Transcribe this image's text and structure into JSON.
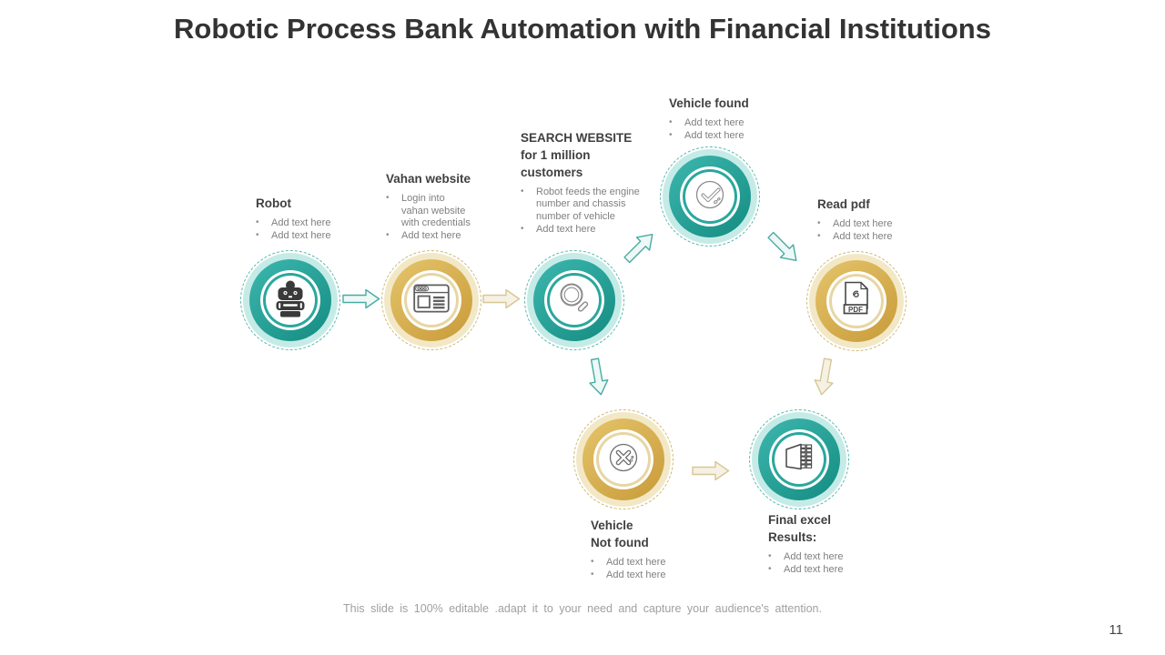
{
  "slide": {
    "title": "Robotic Process Bank Automation with Financial Institutions",
    "footer": "This slide is 100% editable .adapt it to your need and capture your audience's attention.",
    "page_number": "11"
  },
  "colors": {
    "teal_main": "#2BA79E",
    "teal_light": "#C5EBE7",
    "gold_main": "#D5B155",
    "gold_light": "#F3E8C6",
    "heading_text": "#404040",
    "bullet_text": "#7F7F7F",
    "title_text": "#333333",
    "footer_text": "#A0A0A0"
  },
  "nodes": [
    {
      "title": "Robot",
      "scheme": "teal",
      "icon": "robot-icon",
      "bullets": [
        "Add text here",
        "Add text here"
      ]
    },
    {
      "title": "Vahan website",
      "scheme": "gold",
      "icon": "browser-icon",
      "bullets": [
        "Login into\nvahan website\nwith credentials",
        "Add text here"
      ]
    },
    {
      "title": "SEARCH WEBSITE\nfor 1 million\ncustomers",
      "scheme": "teal",
      "icon": "search-icon",
      "bullets": [
        "Robot feeds the engine\nnumber and chassis\nnumber of vehicle",
        "Add text here"
      ]
    },
    {
      "title": "Vehicle found",
      "scheme": "teal",
      "icon": "check-icon",
      "bullets": [
        "Add text here",
        "Add text here"
      ]
    },
    {
      "title": "Read pdf",
      "scheme": "gold",
      "icon": "pdf-icon",
      "bullets": [
        "Add text here",
        "Add text here"
      ]
    },
    {
      "title": "Vehicle\nNot found",
      "scheme": "gold",
      "icon": "cross-icon",
      "bullets": [
        "Add text here",
        "Add text here"
      ]
    },
    {
      "title": "Final excel\nResults:",
      "scheme": "teal",
      "icon": "excel-icon",
      "bullets": [
        "Add text here",
        "Add text here"
      ]
    }
  ]
}
